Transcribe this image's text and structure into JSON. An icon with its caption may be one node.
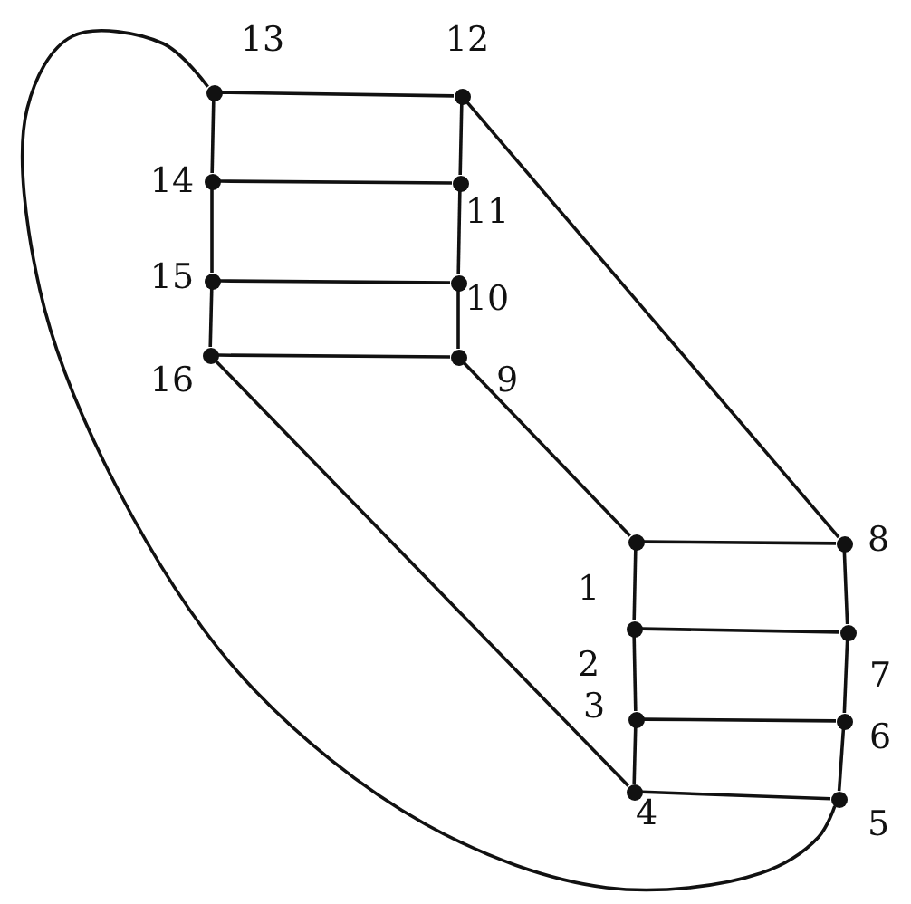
{
  "diagram": {
    "nodes": [
      {
        "text": [],
        "shape": "circle",
        "beside": [
          "1"
        ]
      },
      {
        "text": [],
        "shape": "circle",
        "beside": [
          "2"
        ]
      },
      {
        "text": [],
        "shape": "circle",
        "beside": [
          "3"
        ]
      },
      {
        "text": [],
        "shape": "circle",
        "beside": [
          "4"
        ]
      },
      {
        "text": [],
        "shape": "circle",
        "beside": [
          "5"
        ]
      },
      {
        "text": [],
        "shape": "circle",
        "beside": [
          "6"
        ]
      },
      {
        "text": [],
        "shape": "circle",
        "beside": [
          "7"
        ]
      },
      {
        "text": [],
        "shape": "circle",
        "beside": [
          "8"
        ]
      },
      {
        "text": [],
        "shape": "circle",
        "beside": [
          "9"
        ]
      },
      {
        "text": [],
        "shape": "circle",
        "beside": [
          "10"
        ]
      },
      {
        "text": [],
        "shape": "circle",
        "beside": [
          "11"
        ]
      },
      {
        "text": [],
        "shape": "circle",
        "beside": [
          "12"
        ]
      },
      {
        "text": [],
        "shape": "circle",
        "beside": [
          "13"
        ]
      },
      {
        "text": [],
        "shape": "circle",
        "beside": [
          "14"
        ]
      },
      {
        "text": [],
        "shape": "circle",
        "beside": [
          "15"
        ]
      },
      {
        "text": [],
        "shape": "circle",
        "beside": [
          "16"
        ]
      }
    ],
    "edges": [
      {
        "from": 12,
        "to": 11,
        "arrow": "none"
      },
      {
        "from": 13,
        "to": 10,
        "arrow": "none"
      },
      {
        "from": 14,
        "to": 9,
        "arrow": "none"
      },
      {
        "from": 15,
        "to": 8,
        "arrow": "none"
      },
      {
        "from": 12,
        "to": 13,
        "arrow": "none"
      },
      {
        "from": 13,
        "to": 14,
        "arrow": "none"
      },
      {
        "from": 14,
        "to": 15,
        "arrow": "none"
      },
      {
        "from": 11,
        "to": 10,
        "arrow": "none"
      },
      {
        "from": 10,
        "to": 9,
        "arrow": "none"
      },
      {
        "from": 9,
        "to": 8,
        "arrow": "none"
      },
      {
        "from": 11,
        "to": 7,
        "arrow": "none"
      },
      {
        "from": 8,
        "to": 0,
        "arrow": "none"
      },
      {
        "from": 15,
        "to": 3,
        "arrow": "none"
      },
      {
        "from": 0,
        "to": 7,
        "arrow": "none"
      },
      {
        "from": 1,
        "to": 6,
        "arrow": "none"
      },
      {
        "from": 2,
        "to": 5,
        "arrow": "none"
      },
      {
        "from": 3,
        "to": 4,
        "arrow": "none"
      },
      {
        "from": 0,
        "to": 1,
        "arrow": "none"
      },
      {
        "from": 1,
        "to": 2,
        "arrow": "none"
      },
      {
        "from": 2,
        "to": 3,
        "arrow": "none"
      },
      {
        "from": 7,
        "to": 6,
        "arrow": "none"
      },
      {
        "from": 6,
        "to": 5,
        "arrow": "none"
      },
      {
        "from": 5,
        "to": 4,
        "arrow": "none"
      },
      {
        "from": 12,
        "to": 4,
        "arrow": "none"
      }
    ]
  }
}
